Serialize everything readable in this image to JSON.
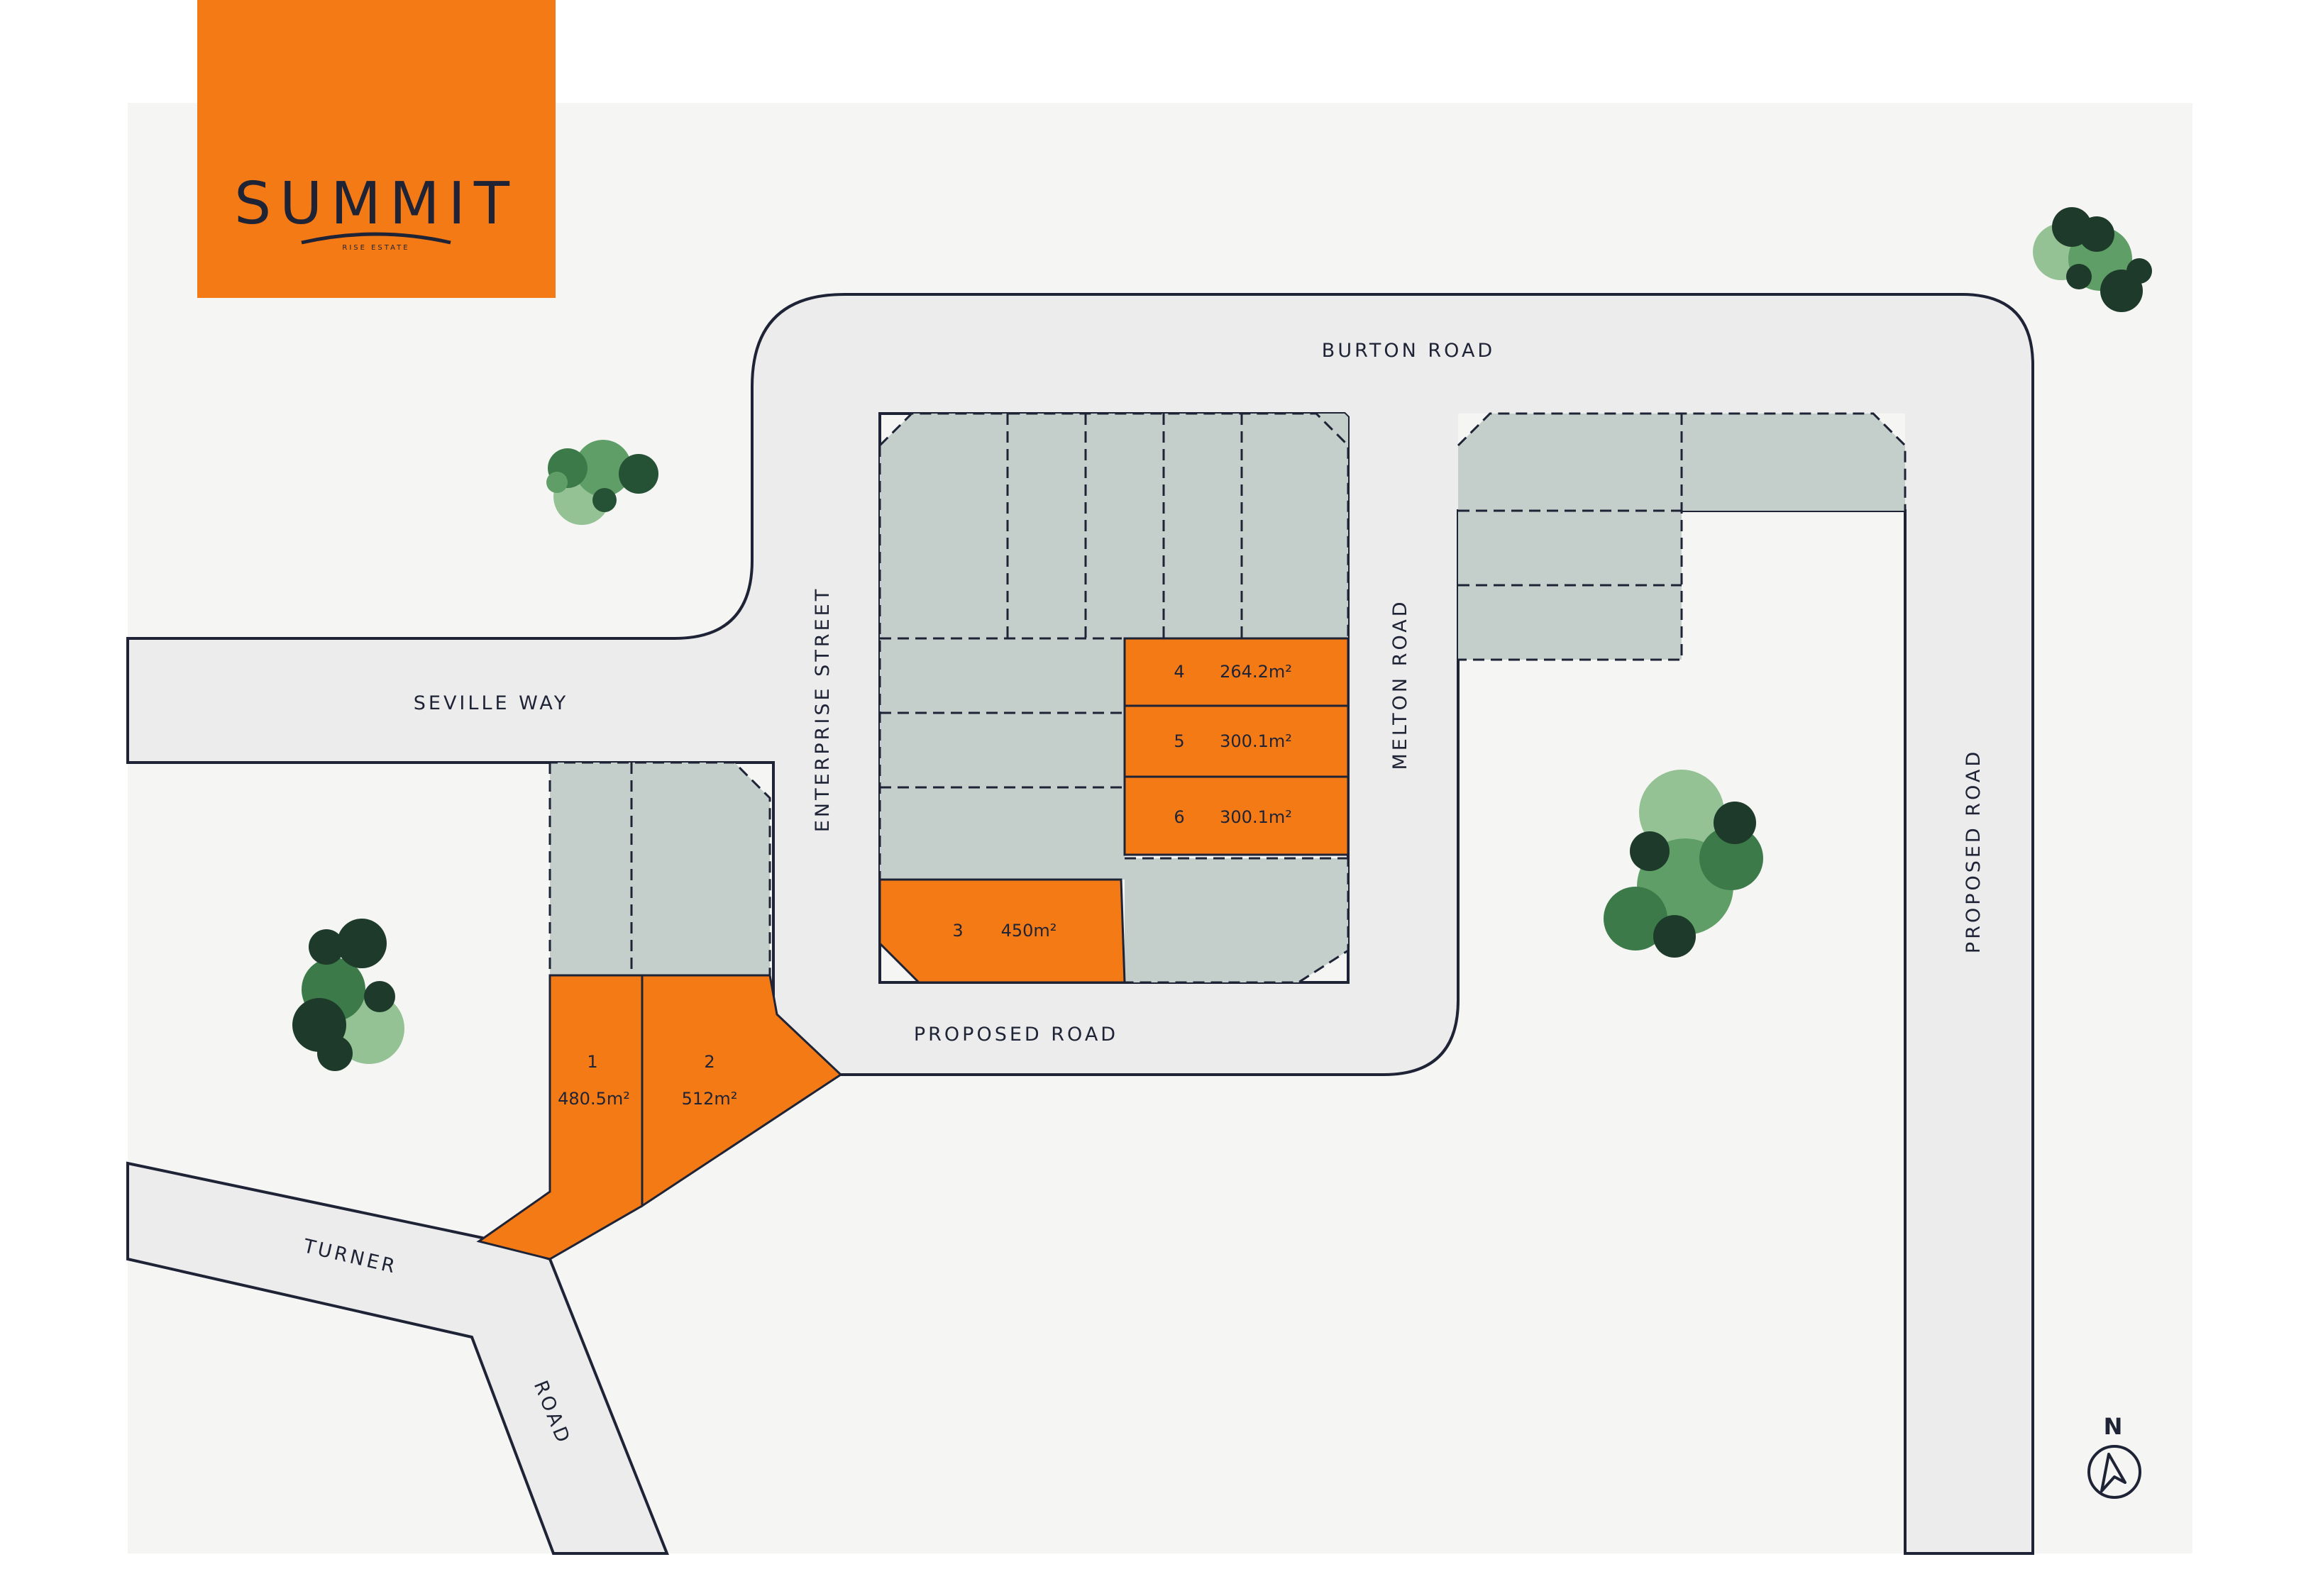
{
  "brand": {
    "name": "SUMMIT",
    "tagline": "RISE ESTATE",
    "color": "#f47a16"
  },
  "streets": {
    "burton": "BURTON ROAD",
    "seville": "SEVILLE WAY",
    "enterprise": "ENTERPRISE STREET",
    "melton": "MELTON ROAD",
    "proposed_south": "PROPOSED ROAD",
    "proposed_east": "PROPOSED ROAD",
    "turner": "TURNER",
    "road": "ROAD"
  },
  "lots": [
    {
      "number": "1",
      "area": "480.5m²"
    },
    {
      "number": "2",
      "area": "512m²"
    },
    {
      "number": "3",
      "area": "450m²"
    },
    {
      "number": "4",
      "area": "264.2m²"
    },
    {
      "number": "5",
      "area": "300.1m²"
    },
    {
      "number": "6",
      "area": "300.1m²"
    }
  ],
  "compass": {
    "label": "N",
    "icon": "north-arrow-icon"
  },
  "colors": {
    "available_lot": "#f47a16",
    "other_lot": "#c4cfcb",
    "road": "#ececec",
    "outline": "#1f2336",
    "background": "#f5f5f4"
  }
}
